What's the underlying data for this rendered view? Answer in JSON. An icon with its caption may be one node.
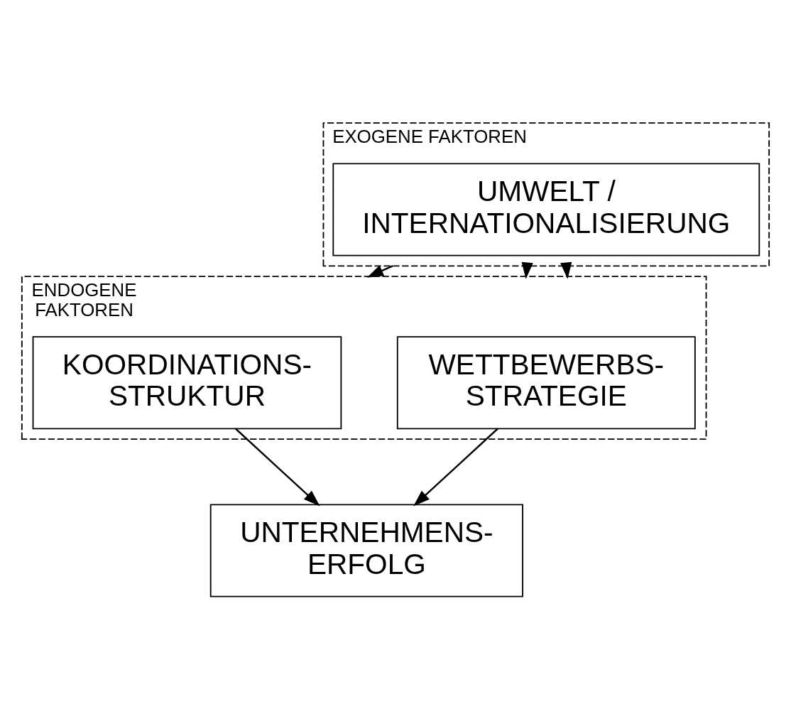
{
  "diagram": {
    "nodes": [
      {
        "text": [
          "EXOGENE FAKTOREN"
        ]
      },
      {
        "text": [
          "UMWELT / INTERNATIONALISIERUNG"
        ],
        "in": 0
      },
      {
        "text": [
          "ENDOGENE FAKTOREN"
        ]
      },
      {
        "text": [
          "WETTBEWERBS- STRATEGIE"
        ],
        "in": 2
      },
      {
        "text": [
          "KOORDINATIONS- STRUKTUR"
        ],
        "in": 2
      },
      {
        "text": [
          "UNTERNEHMENS- ERFOLG"
        ]
      }
    ],
    "edges": [
      {
        "from": 0,
        "to": 2,
        "arrow": "to"
      },
      {
        "from": 0,
        "to": 2,
        "arrow": "to"
      },
      {
        "from": 0,
        "to": 2,
        "arrow": "to"
      },
      {
        "from": 3,
        "to": 5,
        "arrow": "to"
      },
      {
        "from": 4,
        "to": 5,
        "arrow": "to"
      }
    ]
  }
}
